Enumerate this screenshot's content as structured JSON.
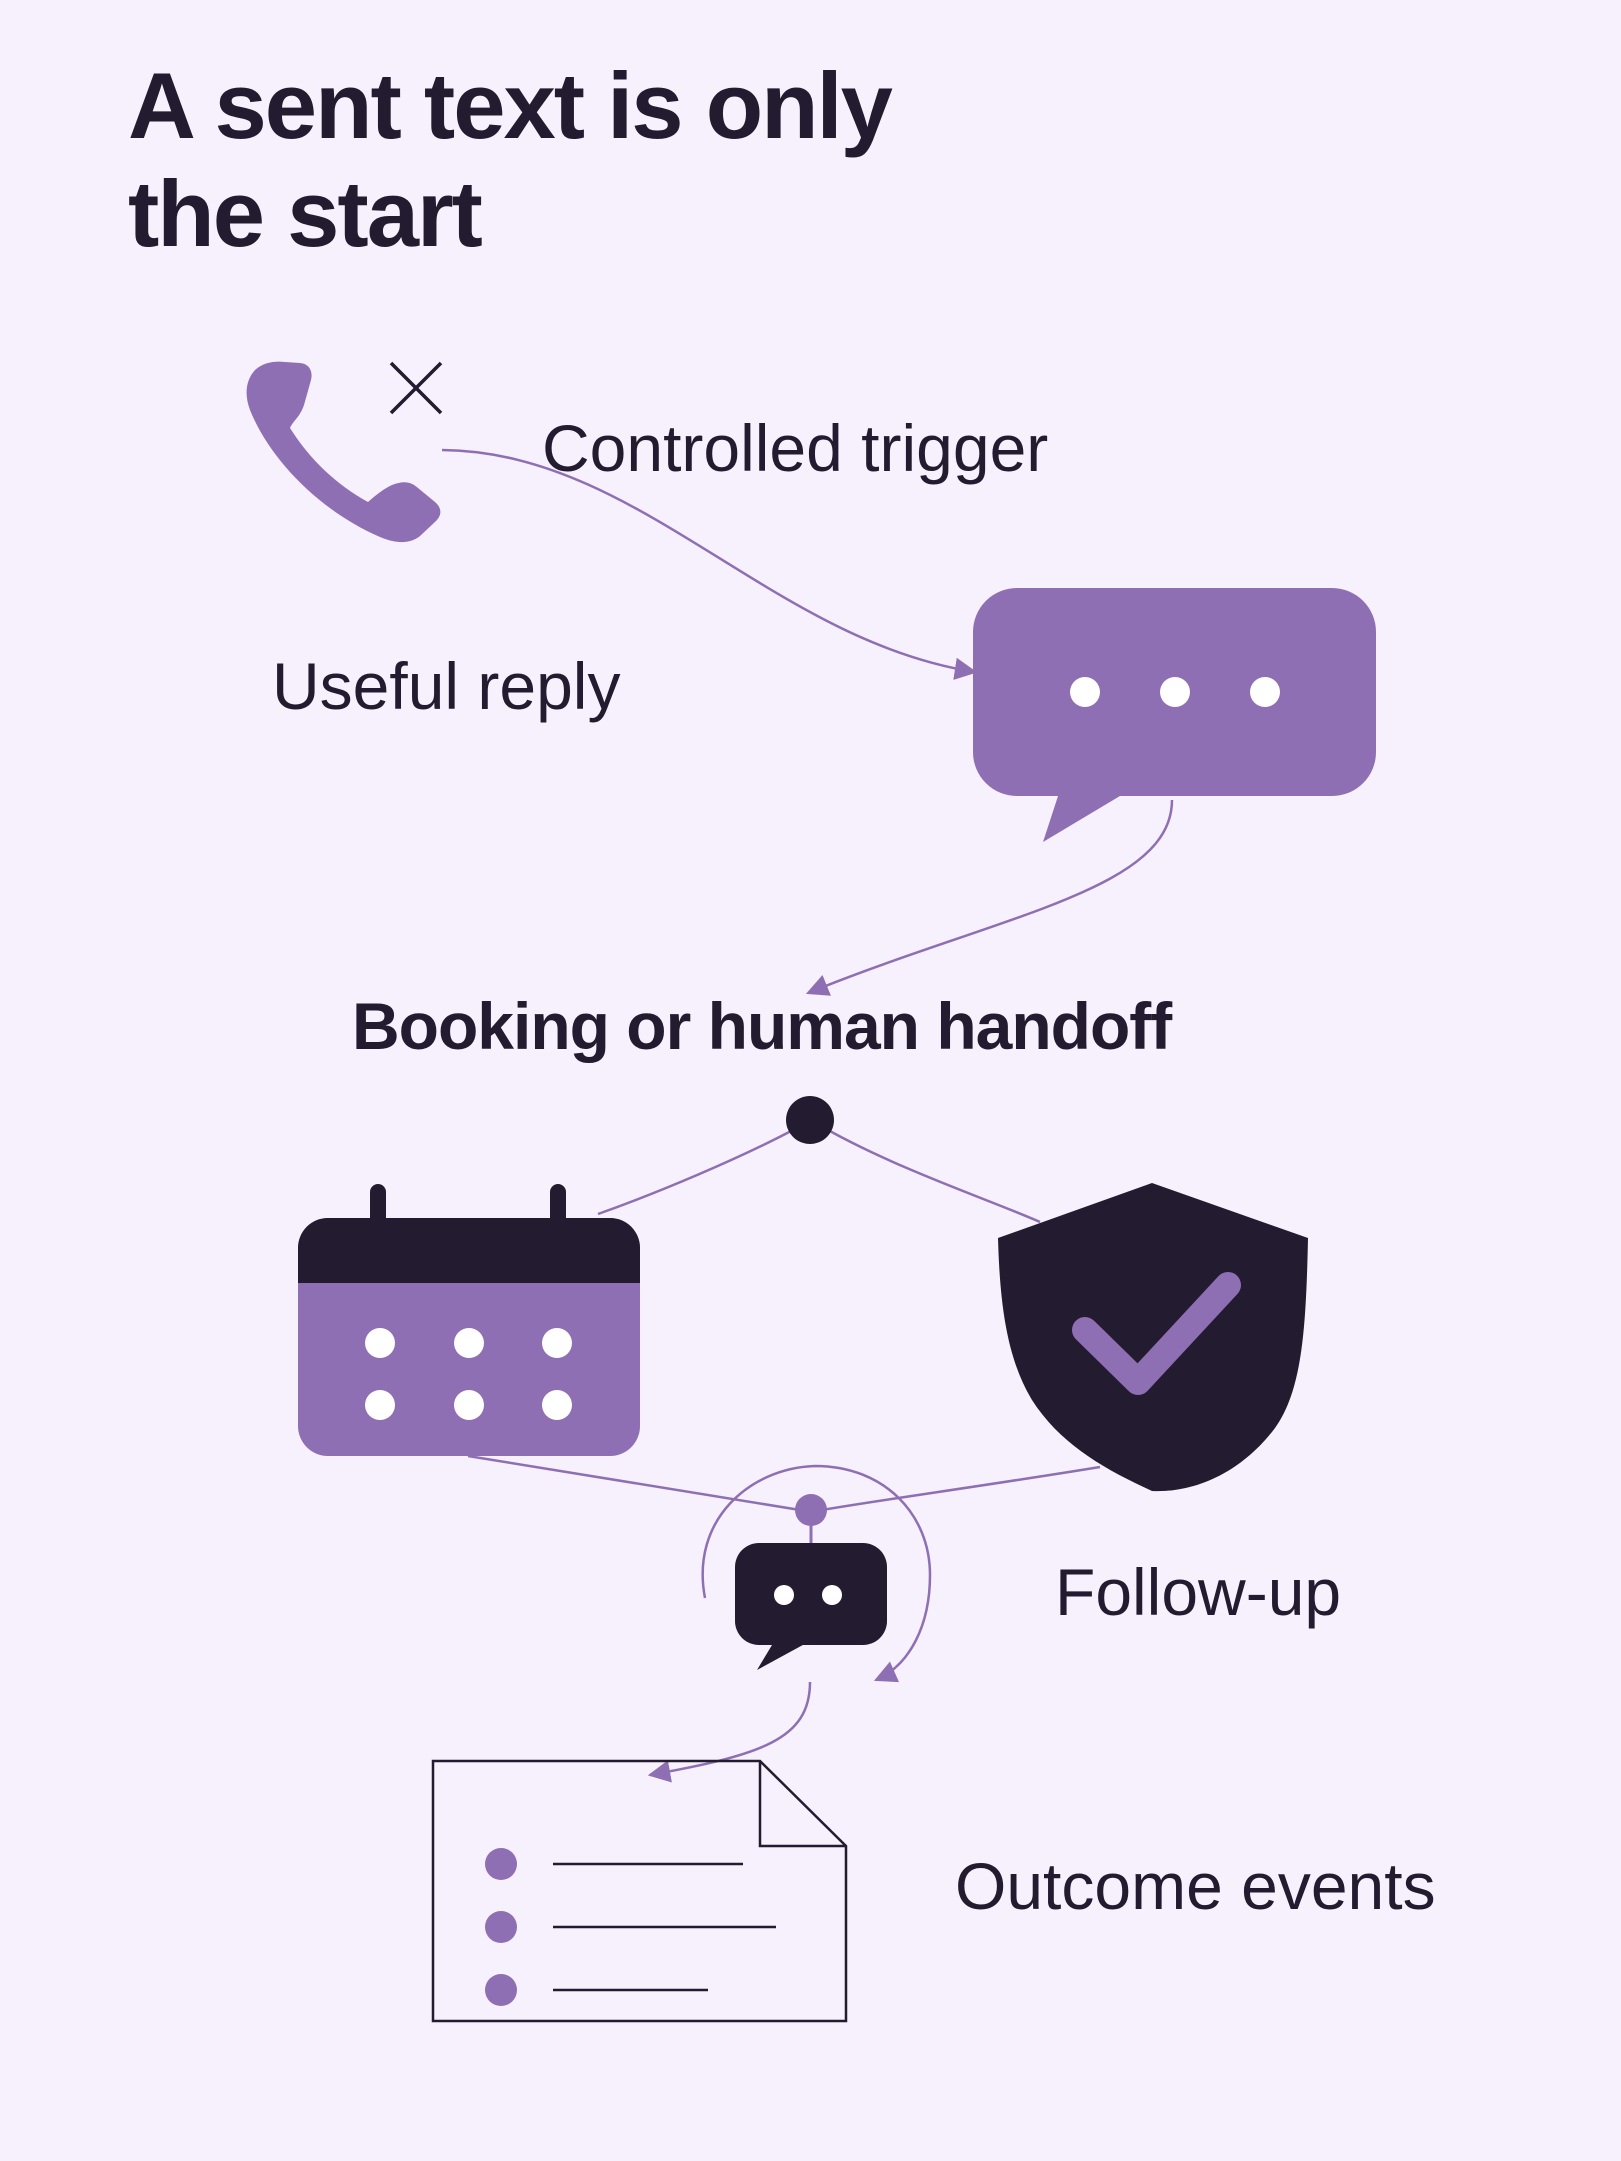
{
  "title": "A sent text is only the start",
  "labels": {
    "controlled_trigger": "Controlled trigger",
    "useful_reply": "Useful reply",
    "booking_or_handoff": "Booking or human handoff",
    "follow_up": "Follow-up",
    "outcome_events": "Outcome events"
  },
  "colors": {
    "accent_purple": "#8e6fb3",
    "dark": "#231b2f",
    "background": "#f6f1fc"
  },
  "icons": [
    "missed-call-icon",
    "chat-bubble-icon",
    "calendar-icon",
    "shield-check-icon",
    "bot-icon",
    "document-list-icon"
  ]
}
